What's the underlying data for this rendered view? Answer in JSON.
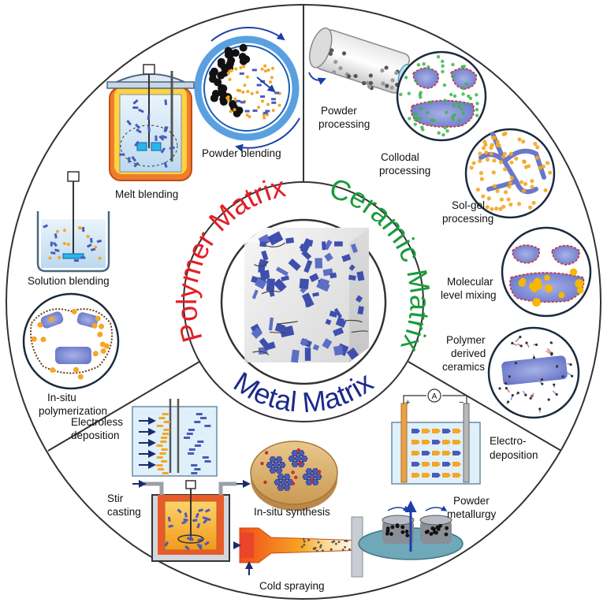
{
  "center_rings": {
    "polymer_title": "Polymer Matrix",
    "ceramic_title": "Ceramic Matrix",
    "metal_title": "Metal Matrix"
  },
  "polymer_methods": {
    "powder_blending": "Powder blending",
    "melt_blending": "Melt blending",
    "solution_blending": "Solution blending",
    "insitu_poly_line1": "In-situ",
    "insitu_poly_line2": "polymerization"
  },
  "ceramic_methods": {
    "powder_processing_line1": "Powder",
    "powder_processing_line2": "processing",
    "colloidal_line1": "Collodal",
    "colloidal_line2": "processing",
    "solgel_line1": "Sol-gel",
    "solgel_line2": "processing",
    "molecular_line1": "Molecular",
    "molecular_line2": "level mixing",
    "pdc_line1": "Polymer",
    "pdc_line2": "derived",
    "pdc_line3": "ceramics"
  },
  "metal_methods": {
    "electroless_line1": "Electroless",
    "electroless_line2": "deposition",
    "electro_line1": "Electro-",
    "electro_line2": "deposition",
    "stir_line1": "Stir",
    "stir_line2": "casting",
    "insitu_synthesis": "In-situ synthesis",
    "powder_metallurgy_line1": "Powder",
    "powder_metallurgy_line2": "metallurgy",
    "cold_spraying": "Cold spraying",
    "ammeter_symbol": "A",
    "anode_sign": "+",
    "cathode_sign": "−"
  },
  "colors": {
    "polymer": "#e31e24",
    "ceramic": "#1a9a3c",
    "metal": "#1c2a8c",
    "filler_blue": "#4a5bb8",
    "particle_orange": "#f5a623",
    "ring_gray": "#333333"
  }
}
